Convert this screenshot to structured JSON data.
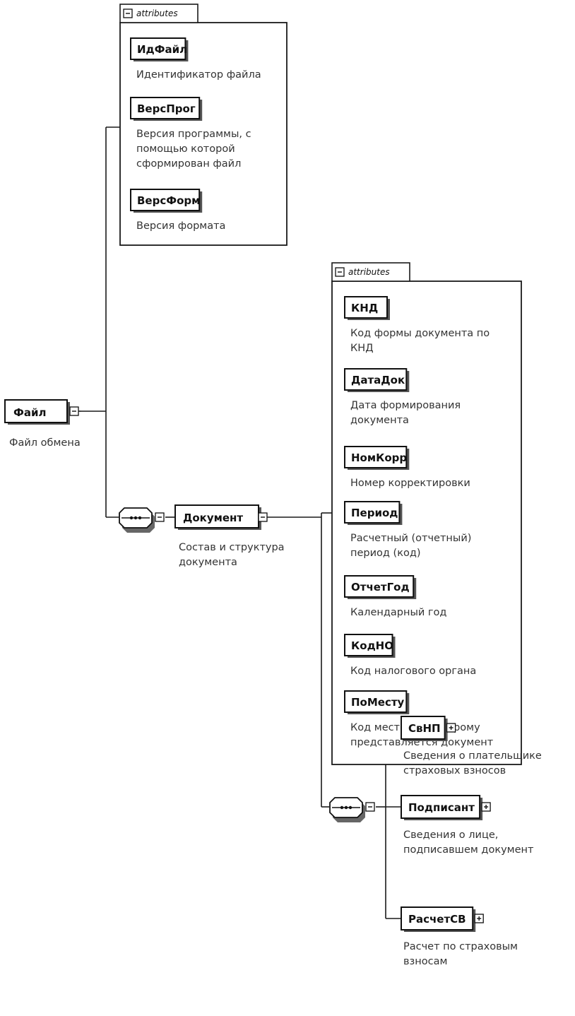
{
  "root": {
    "name": "Файл",
    "description": [
      "Файл обмена"
    ]
  },
  "root_attributes": {
    "title": "attributes",
    "items": [
      {
        "name": "ИдФайл",
        "description": [
          "Идентификатор файла"
        ]
      },
      {
        "name": "ВерсПрог",
        "description": [
          "Версия программы, с",
          "помощью которой",
          "сформирован файл"
        ]
      },
      {
        "name": "ВерсФорм",
        "description": [
          "Версия формата"
        ]
      }
    ]
  },
  "document": {
    "name": "Документ",
    "description": [
      "Состав и структура",
      "документа"
    ]
  },
  "document_attributes": {
    "title": "attributes",
    "items": [
      {
        "name": "КНД",
        "description": [
          "Код формы документа по",
          "КНД"
        ]
      },
      {
        "name": "ДатаДок",
        "description": [
          "Дата формирования",
          "документа"
        ]
      },
      {
        "name": "НомКорр",
        "description": [
          "Номер корректировки"
        ]
      },
      {
        "name": "Период",
        "description": [
          "Расчетный (отчетный)",
          "период (код)"
        ]
      },
      {
        "name": "ОтчетГод",
        "description": [
          "Календарный год"
        ]
      },
      {
        "name": "КодНО",
        "description": [
          "Код налогового органа"
        ]
      },
      {
        "name": "ПоМесту",
        "description": [
          "Код места, по которому",
          "представляется документ"
        ]
      }
    ]
  },
  "document_children": [
    {
      "name": "СвНП",
      "description": [
        "Сведения о плательщике",
        "страховых взносов"
      ]
    },
    {
      "name": "Подписант",
      "description": [
        "Сведения о лице,",
        "подписавшем документ"
      ]
    },
    {
      "name": "РасчетСВ",
      "description": [
        "Расчет по страховым",
        "взносам"
      ]
    }
  ]
}
